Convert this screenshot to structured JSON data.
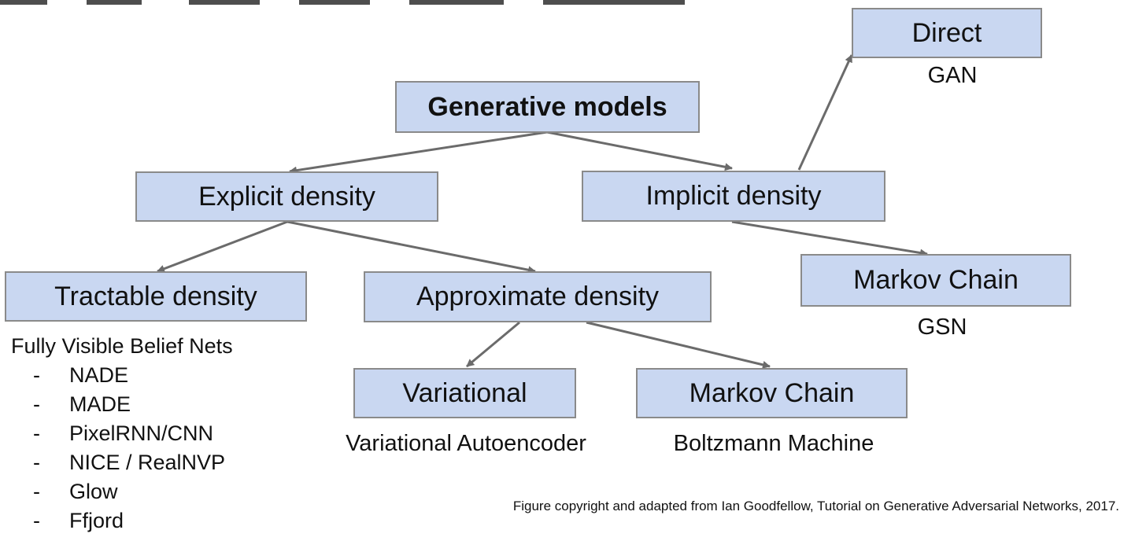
{
  "nodes": {
    "root": "Generative models",
    "explicit": "Explicit density",
    "implicit": "Implicit density",
    "direct": "Direct",
    "tractable": "Tractable density",
    "approximate": "Approximate density",
    "markov_implicit": "Markov Chain",
    "variational": "Variational",
    "markov_approx": "Markov Chain"
  },
  "captions": {
    "direct": "GAN",
    "markov_implicit": "GSN",
    "variational": "Variational Autoencoder",
    "markov_approx": "Boltzmann Machine"
  },
  "tractable_list": {
    "title": "Fully Visible Belief Nets",
    "bullet": "-",
    "items": [
      "NADE",
      "MADE",
      "PixelRNN/CNN",
      "NICE / RealNVP",
      "Glow",
      "Ffjord"
    ]
  },
  "credit": "Figure copyright and adapted from Ian Goodfellow, Tutorial on Generative Adversarial Networks, 2017.",
  "colors": {
    "box_fill": "#c9d7f1",
    "box_border": "#8a8a8a",
    "arrow": "#6b6b6b"
  }
}
